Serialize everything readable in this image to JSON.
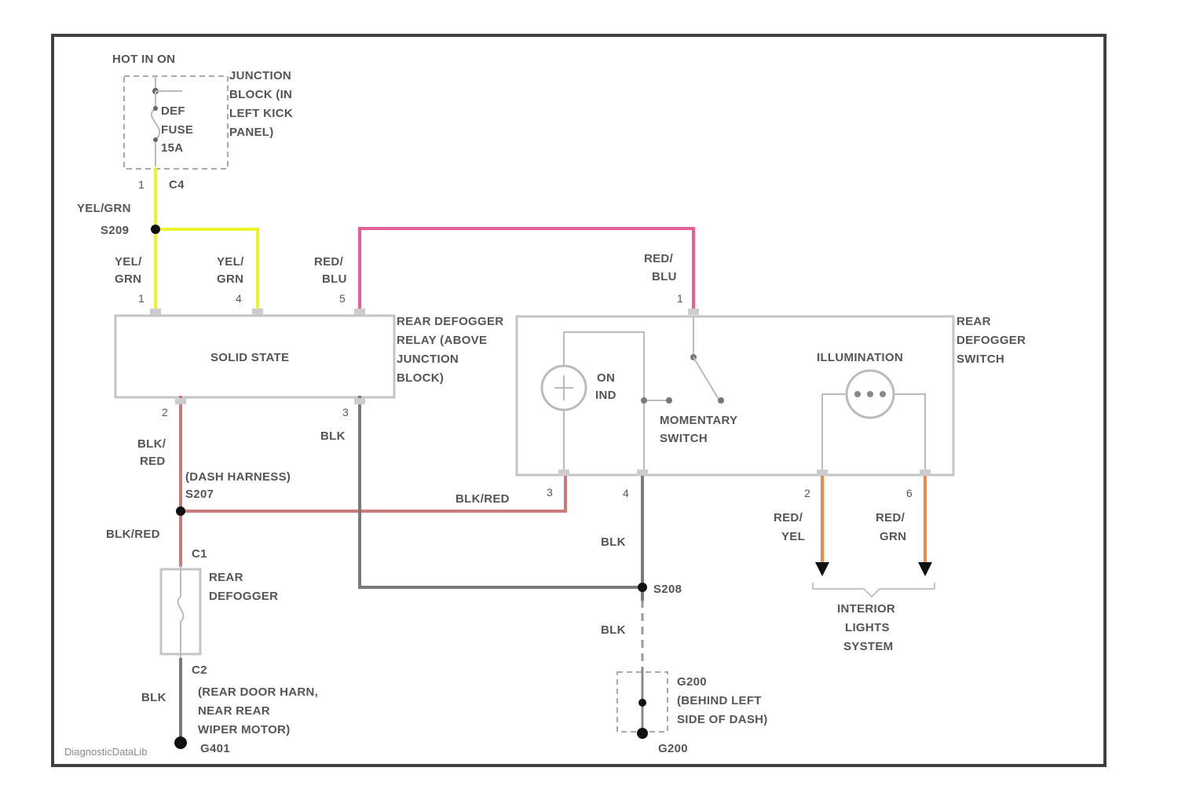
{
  "colors": {
    "border": "#404040",
    "component": "#c4c4c4",
    "text": "#555555",
    "wire_yel_grn": "#eef22b",
    "wire_red_blu": "#e0609a",
    "wire_blk_red": "#c97a7a",
    "wire_blk": "#7a7a7a",
    "wire_red_yel": "#f08a4b",
    "wire_red_grn": "#f08a4b"
  },
  "labels": {
    "hot_in_on": "HOT IN ON",
    "junction_block_line1": "JUNCTION",
    "junction_block_line2": "BLOCK (IN",
    "junction_block_line3": "LEFT KICK",
    "junction_block_line4": "PANEL)",
    "fuse_line1": "DEF",
    "fuse_line2": "FUSE",
    "fuse_line3": "15A",
    "connector_c4": "C4",
    "wire_yel_grn_top": "YEL/GRN",
    "splice_s209": "S209",
    "yel_1": "YEL/",
    "grn_1": "GRN",
    "yel_2": "YEL/",
    "grn_2": "GRN",
    "red_1": "RED/",
    "blu_1": "BLU",
    "red_2": "RED/",
    "blu_2": "BLU",
    "solid_state": "SOLID STATE",
    "relay_line1": "REAR DEFOGGER",
    "relay_line2": "RELAY (ABOVE",
    "relay_line3": "JUNCTION",
    "relay_line4": "BLOCK)",
    "switch_line1": "REAR",
    "switch_line2": "DEFOGGER",
    "switch_line3": "SWITCH",
    "illumination": "ILLUMINATION",
    "on_ind_line1": "ON",
    "on_ind_line2": "IND",
    "momentary_line1": "MOMENTARY",
    "momentary_line2": "SWITCH",
    "blk_red_1": "BLK/",
    "blk_red_2": "RED",
    "blk_1": "BLK",
    "dash_harness_1": "(DASH HARNESS)",
    "dash_harness_2": "S207",
    "blk_red_mid": "BLK/RED",
    "blk_red_left": "BLK/RED",
    "c1": "C1",
    "rear_defogger_1": "REAR",
    "rear_defogger_2": "DEFOGGER",
    "c2": "C2",
    "blk_2": "BLK",
    "rear_door_1": "(REAR DOOR HARN,",
    "rear_door_2": "NEAR REAR",
    "rear_door_3": "WIPER MOTOR)",
    "g401": "G401",
    "blk_3": "BLK",
    "s208": "S208",
    "blk_4": "BLK",
    "g200_1": "G200",
    "g200_2": "(BEHIND LEFT",
    "g200_3": "SIDE OF DASH)",
    "g200_4": "G200",
    "red_yel_1": "RED/",
    "red_yel_2": "YEL",
    "red_grn_1": "RED/",
    "red_grn_2": "GRN",
    "interior_1": "INTERIOR",
    "interior_2": "LIGHTS",
    "interior_3": "SYSTEM",
    "watermark": "DiagnosticDataLib"
  },
  "pins": {
    "p_fuse": "1",
    "p_relay_1": "1",
    "p_relay_4": "4",
    "p_relay_5": "5",
    "p_relay_2": "2",
    "p_relay_3": "3",
    "p_switch_1": "1",
    "p_switch_3": "3",
    "p_switch_4": "4",
    "p_switch_2": "2",
    "p_switch_6": "6"
  }
}
